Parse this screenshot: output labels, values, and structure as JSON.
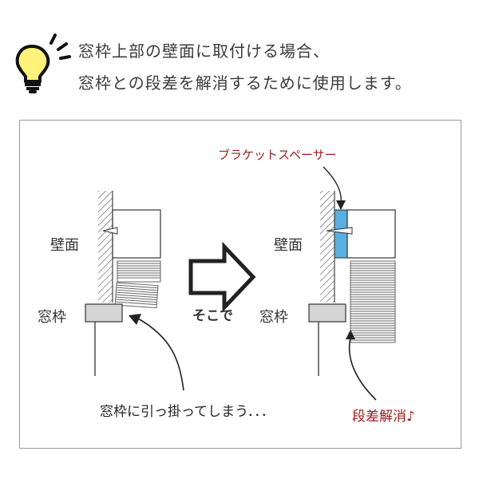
{
  "header": {
    "line1": "窓枠上部の壁面に取付ける場合、",
    "line2": "窓枠との段差を解消するために使用します。"
  },
  "diagram": {
    "left": {
      "wall_label": "壁面",
      "frame_label": "窓枠",
      "caption": "窓枠に引っ掛ってしまう．．．"
    },
    "connector": "そこで",
    "right": {
      "spacer_label": "ブラケットスペーサー",
      "wall_label": "壁面",
      "frame_label": "窓枠",
      "result": "段差解消♪"
    }
  },
  "colors": {
    "accent_text": "#9b1b1b",
    "spacer_fill": "#5aaee0",
    "bulb_fill": "#fff27a",
    "frame_fill": "#d4d4d4"
  },
  "icons": [
    "lightbulb-icon",
    "hollow-arrow-right-icon"
  ]
}
